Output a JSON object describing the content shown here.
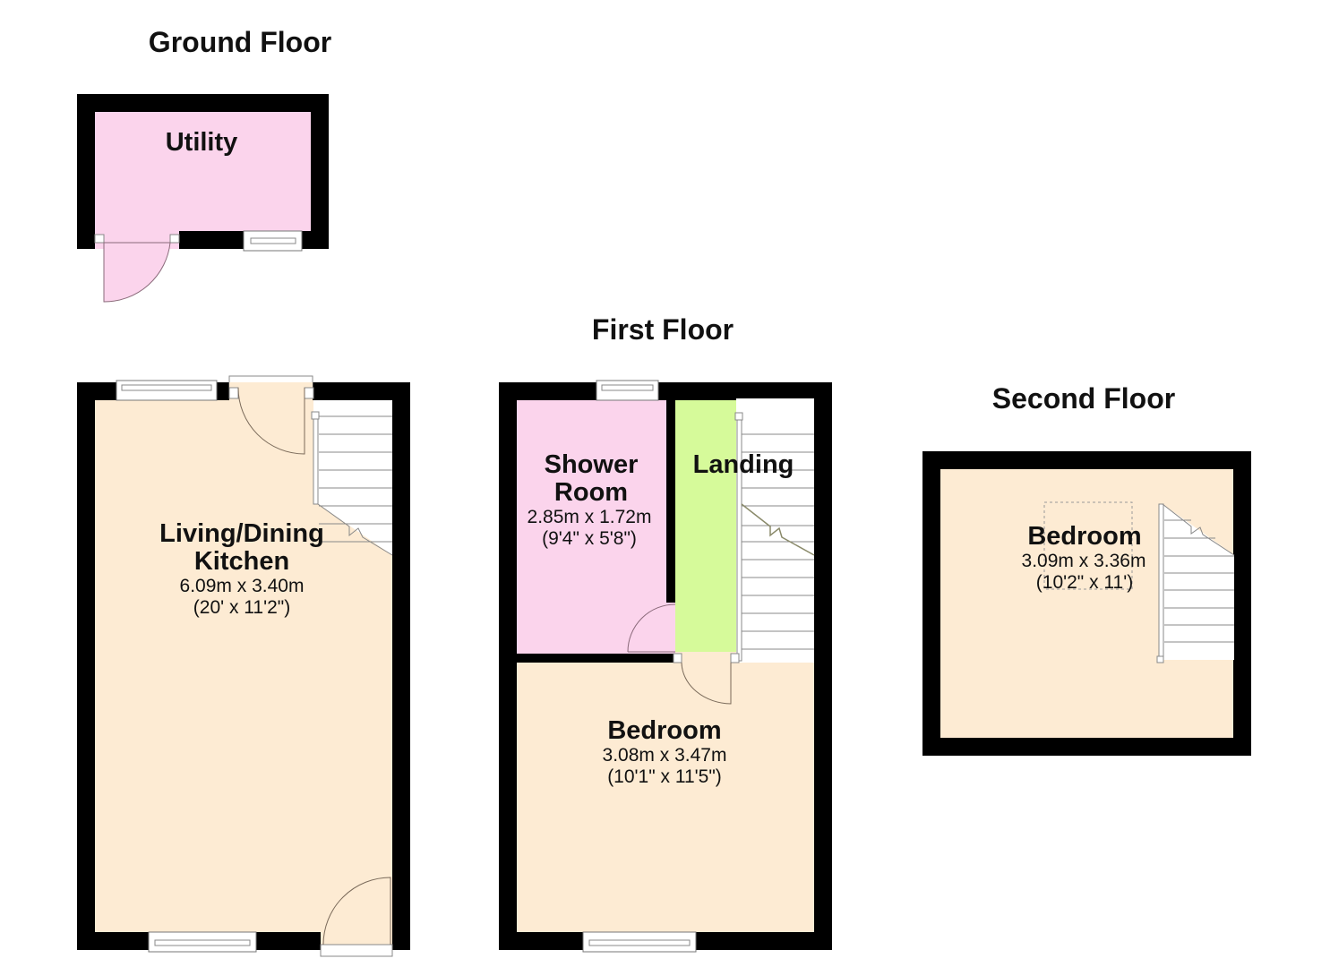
{
  "floors": {
    "ground": {
      "title": "Ground Floor",
      "rooms": [
        {
          "name": "Utility",
          "dims_m": "",
          "dims_ft": ""
        },
        {
          "name_line1": "Living/Dining",
          "name_line2": "Kitchen",
          "dims_m": "6.09m x 3.40m",
          "dims_ft": "(20' x 11'2\")"
        }
      ]
    },
    "first": {
      "title": "First Floor",
      "rooms": [
        {
          "name_line1": "Shower",
          "name_line2": "Room",
          "dims_m": "2.85m x 1.72m",
          "dims_ft": "(9'4\" x 5'8\")"
        },
        {
          "name": "Landing"
        },
        {
          "name": "Bedroom",
          "dims_m": "3.08m x 3.47m",
          "dims_ft": "(10'1\" x 11'5\")"
        }
      ]
    },
    "second": {
      "title": "Second Floor",
      "rooms": [
        {
          "name": "Bedroom",
          "dims_m": "3.09m x 3.36m",
          "dims_ft": "(10'2\" x 11')"
        }
      ]
    }
  },
  "colors": {
    "wall": "#000000",
    "utility": "#fbd4ec",
    "living": "#fdebd3",
    "shower": "#fbd4ec",
    "landing": "#d6fa9a",
    "bedroom": "#fdebd3"
  }
}
